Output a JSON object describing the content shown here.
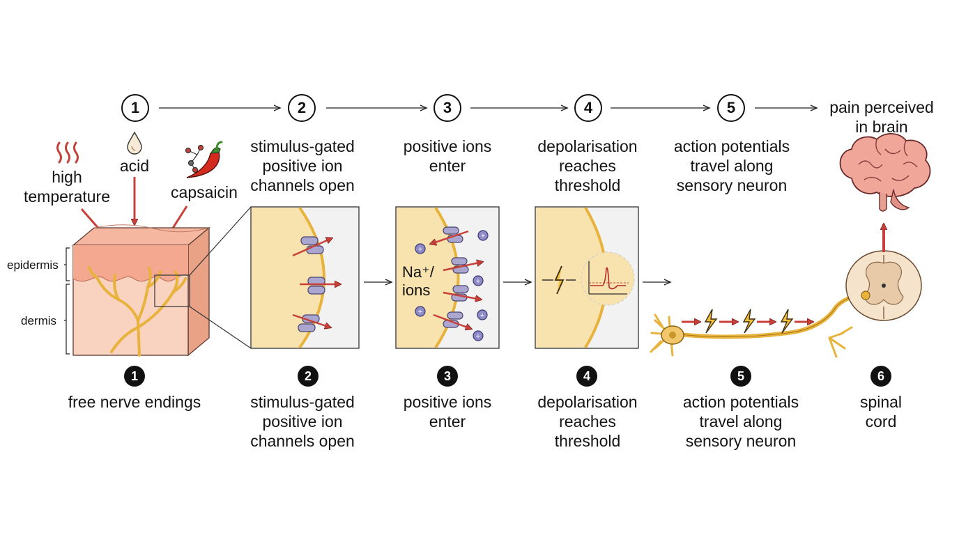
{
  "top_steps": [
    {
      "number": "1"
    },
    {
      "number": "2",
      "label": "stimulus-gated\npositive ion\nchannels open"
    },
    {
      "number": "3",
      "label": "positive ions\nenter"
    },
    {
      "number": "4",
      "label": "depolarisation\nreaches\nthreshold"
    },
    {
      "number": "5",
      "label": "action potentials\ntravel along\nsensory neuron"
    }
  ],
  "final_label": "pain perceived\nin brain",
  "stimuli": {
    "heat": "high\ntemperature",
    "acid": "acid",
    "capsaicin": "capsaicin"
  },
  "skin_layers": {
    "epidermis": "epidermis",
    "dermis": "dermis"
  },
  "ion_label": "Na⁺/\nions",
  "bottom_steps": [
    {
      "number": "1",
      "label": "free nerve endings"
    },
    {
      "number": "2",
      "label": "stimulus-gated\npositive ion\nchannels open"
    },
    {
      "number": "3",
      "label": "positive ions\nenter"
    },
    {
      "number": "4",
      "label": "depolarisation\nreaches\nthreshold"
    },
    {
      "number": "5",
      "label": "action potentials\ntravel along\nsensory neuron"
    },
    {
      "number": "6",
      "label": "spinal\ncord"
    }
  ],
  "colors": {
    "nerve": "#e8b33c",
    "skin": "#f7c9b2",
    "epidermis": "#f3a88f",
    "panel": "#f8e2ae",
    "channel": "#aaa6cf",
    "arrow_red": "#c7403a",
    "brain": "#f0a79a"
  }
}
